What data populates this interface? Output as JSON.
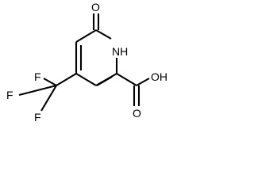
{
  "molecule": {
    "atoms": {
      "ketone_oxygen": "O",
      "ring_nitrogen": "NH",
      "acid_hydroxyl": "OH",
      "acid_carbonyl_oxygen": "O",
      "fluorine_top": "F",
      "fluorine_left": "F",
      "fluorine_bottom": "F"
    }
  }
}
